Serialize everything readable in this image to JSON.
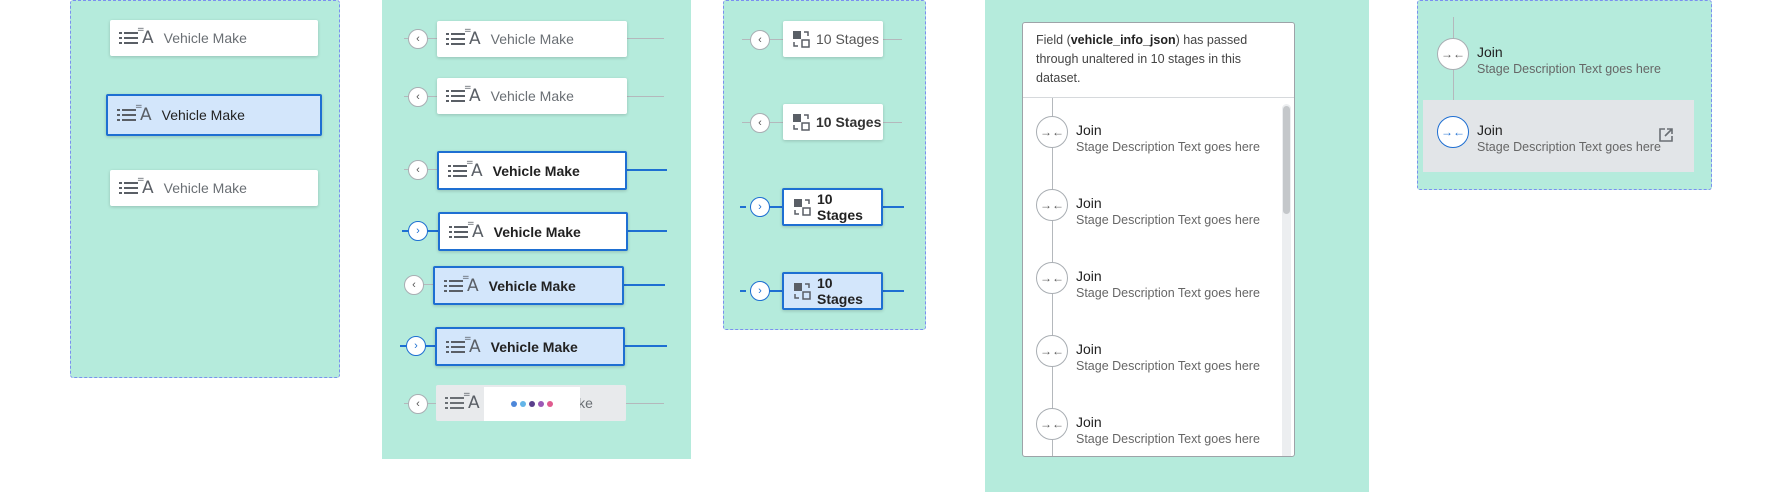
{
  "field_label": "Vehicle Make",
  "stage_label": "10 Stages",
  "header": {
    "prefix": "Field (",
    "field_name": "vehicle_info_json",
    "suffix": ") has passed through unaltered in 10 stages in this dataset."
  },
  "stage_items": [
    {
      "title": "Join",
      "desc": "Stage Description Text goes here"
    },
    {
      "title": "Join",
      "desc": "Stage Description Text goes here"
    },
    {
      "title": "Join",
      "desc": "Stage Description Text goes here"
    },
    {
      "title": "Join",
      "desc": "Stage Description Text goes here"
    },
    {
      "title": "Join",
      "desc": "Stage Description Text goes here"
    }
  ],
  "detail_items": [
    {
      "title": "Join",
      "desc": "Stage Description Text goes here"
    },
    {
      "title": "Join",
      "desc": "Stage Description Text goes here"
    }
  ],
  "icons": {
    "field_type": "list-text-icon",
    "collapse": "chevron-left-icon",
    "expand": "chevron-right-icon",
    "stages": "stages-icon",
    "join": "join-icon",
    "open_external": "open-external-icon",
    "loading": "loading-dots-icon"
  },
  "colors": {
    "panel_bg": "#b5ebdc",
    "accent": "#1e6fd2",
    "highlight_bg": "#d3e6fb",
    "dashed_border": "#7b8ff0"
  }
}
